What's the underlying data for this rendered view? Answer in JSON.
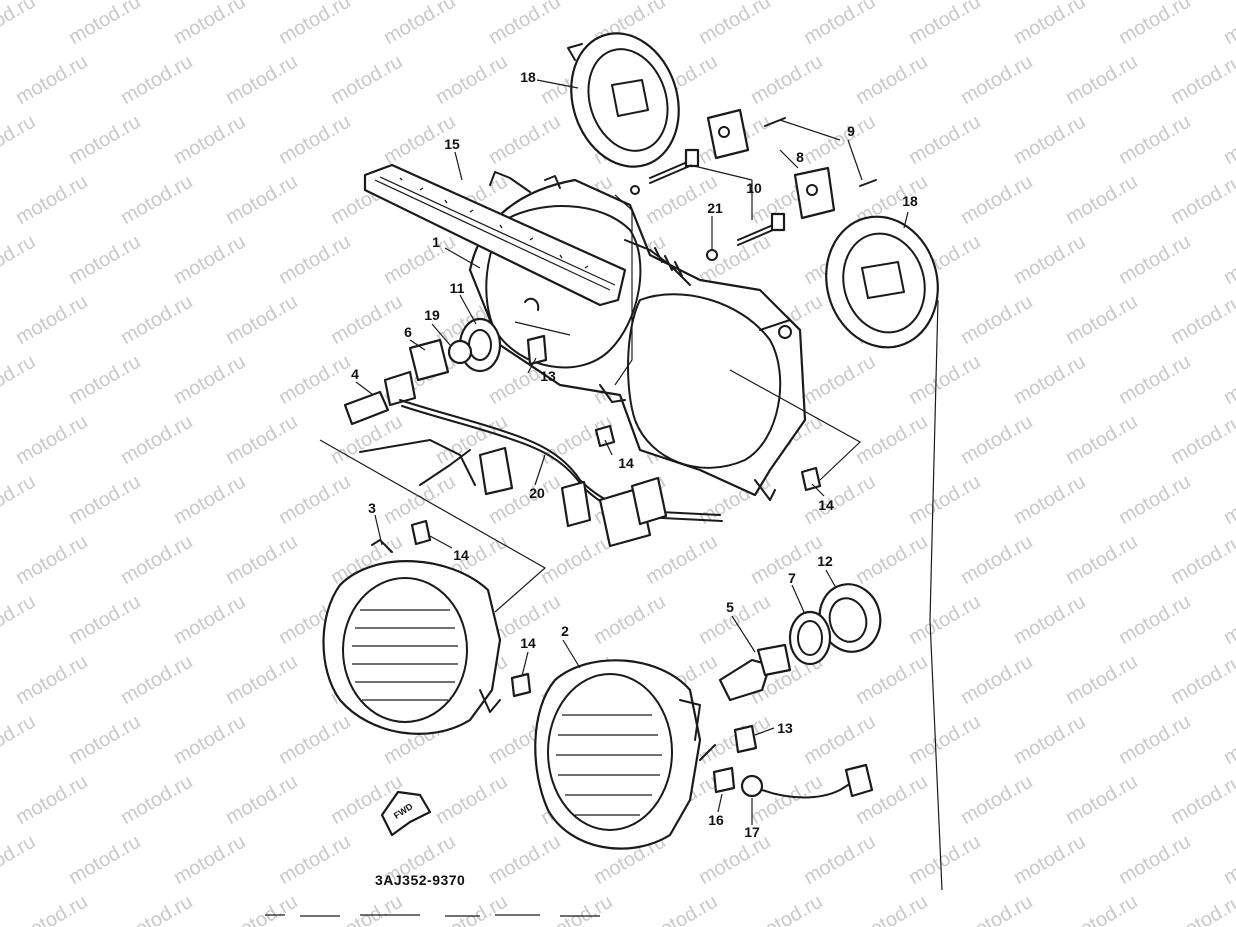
{
  "watermark": {
    "text": "motod.ru",
    "color": "#c9c9c9"
  },
  "catalog_code": "3AJ352-9370",
  "fwd_arrow": {
    "label": "FWD"
  },
  "callouts": [
    {
      "id": "c18a",
      "label": "18"
    },
    {
      "id": "c15",
      "label": "15"
    },
    {
      "id": "c9",
      "label": "9"
    },
    {
      "id": "c8",
      "label": "8"
    },
    {
      "id": "c10",
      "label": "10"
    },
    {
      "id": "c21",
      "label": "21"
    },
    {
      "id": "c18b",
      "label": "18"
    },
    {
      "id": "c1",
      "label": "1"
    },
    {
      "id": "c11",
      "label": "11"
    },
    {
      "id": "c19",
      "label": "19"
    },
    {
      "id": "c6",
      "label": "6"
    },
    {
      "id": "c13a",
      "label": "13"
    },
    {
      "id": "c4",
      "label": "4"
    },
    {
      "id": "c14a",
      "label": "14"
    },
    {
      "id": "c20",
      "label": "20"
    },
    {
      "id": "c14b",
      "label": "14"
    },
    {
      "id": "c3",
      "label": "3"
    },
    {
      "id": "c14c",
      "label": "14"
    },
    {
      "id": "c12",
      "label": "12"
    },
    {
      "id": "c7",
      "label": "7"
    },
    {
      "id": "c5",
      "label": "5"
    },
    {
      "id": "c2",
      "label": "2"
    },
    {
      "id": "c14d",
      "label": "14"
    },
    {
      "id": "c13b",
      "label": "13"
    },
    {
      "id": "c16",
      "label": "16"
    },
    {
      "id": "c17",
      "label": "17"
    }
  ]
}
